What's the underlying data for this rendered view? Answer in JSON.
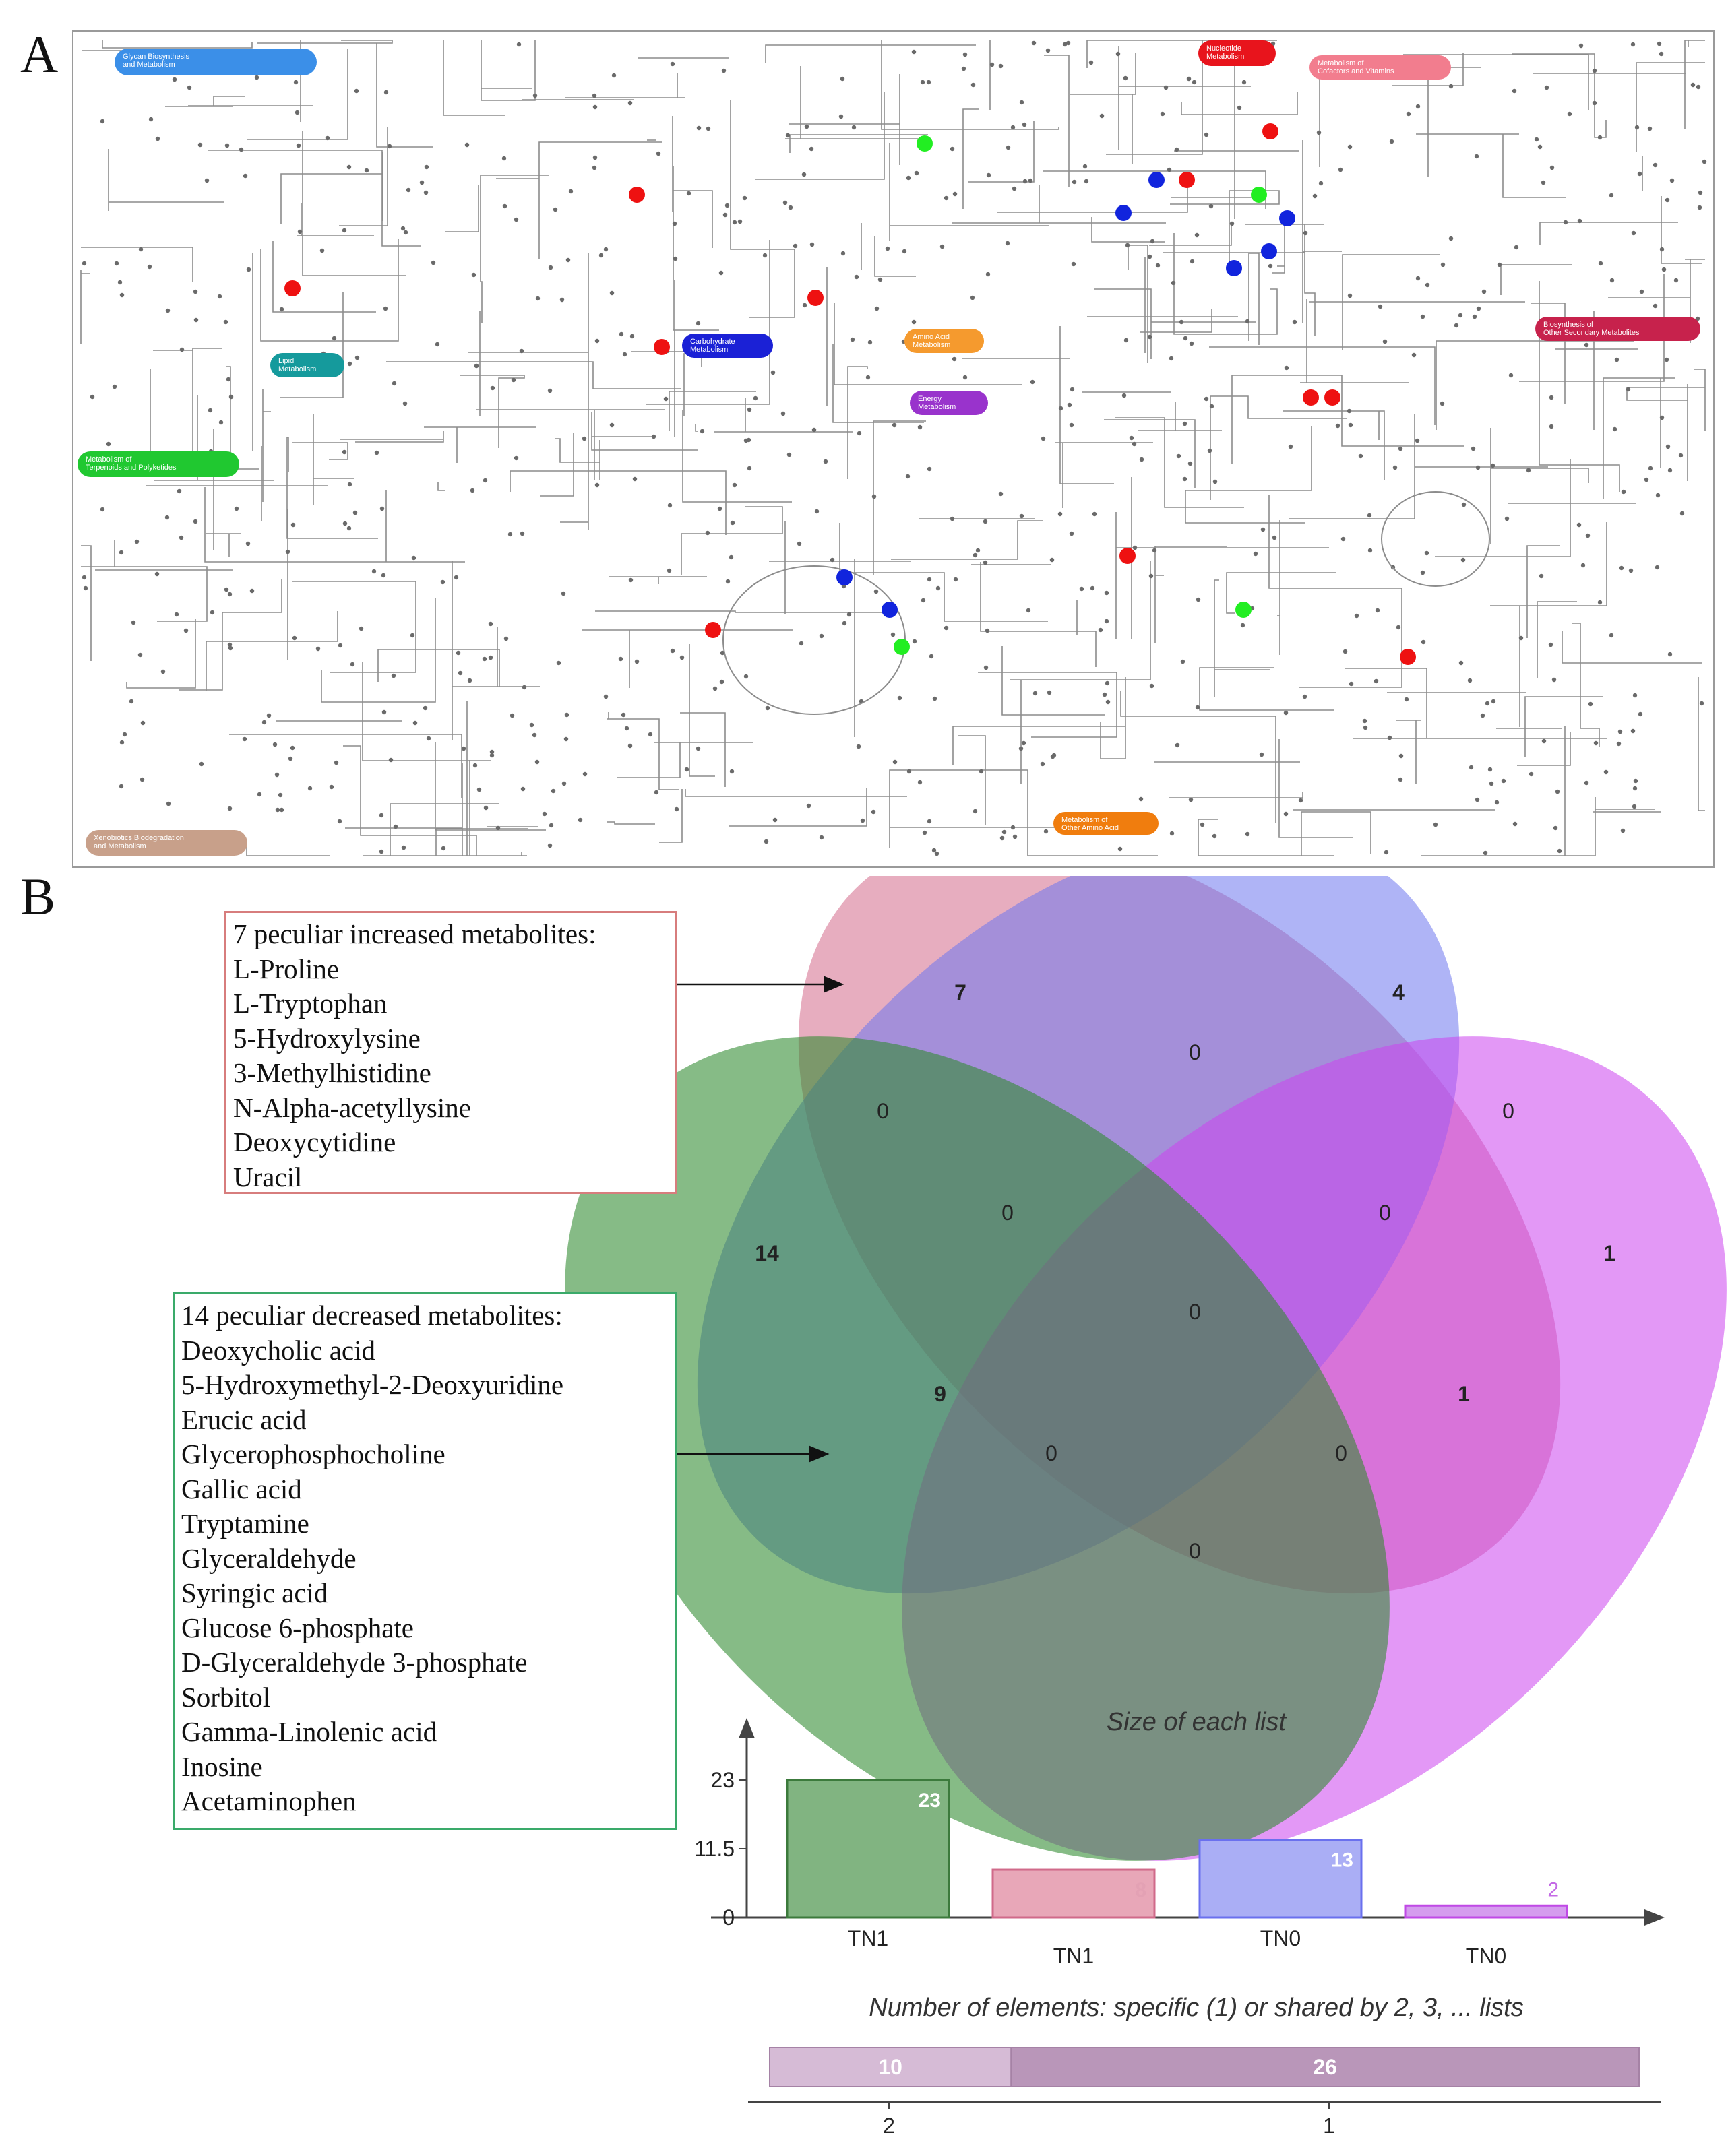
{
  "panels": {
    "a": "A",
    "b": "B"
  },
  "map": {
    "categories": [
      {
        "label": "Glycan Biosynthesis\nand Metabolism",
        "color": "#3b8fe8"
      },
      {
        "label": "Nucleotide\nMetabolism",
        "color": "#e8141c"
      },
      {
        "label": "Metabolism of\nCofactors and Vitamins",
        "color": "#f27d8e"
      },
      {
        "label": "Biosynthesis of\nOther Secondary Metabolites",
        "color": "#c7224c"
      },
      {
        "label": "Carbohydrate\nMetabolism",
        "color": "#1b21d6"
      },
      {
        "label": "Amino Acid\nMetabolism",
        "color": "#f59a2e"
      },
      {
        "label": "Lipid\nMetabolism",
        "color": "#159a9c"
      },
      {
        "label": "Energy\nMetabolism",
        "color": "#9933cc"
      },
      {
        "label": "Metabolism of\nTerpenoids and Polyketides",
        "color": "#20c830"
      },
      {
        "label": "Metabolism of\nOther Amino Acid",
        "color": "#f07d0e"
      },
      {
        "label": "Xenobiotics Biodegradation\nand Metabolism",
        "color": "#c8a08a"
      }
    ],
    "marker_colors": {
      "red": "#ee1111",
      "blue": "#1124dd",
      "green": "#22ee22"
    }
  },
  "venn": {
    "region_counts": [
      "7",
      "4",
      "0",
      "0",
      "0",
      "14",
      "0",
      "0",
      "1",
      "0",
      "9",
      "1",
      "0",
      "0",
      "0"
    ],
    "set_colors": [
      "#d46a8a",
      "#6d76ee",
      "#cc44ee",
      "#2f8a2f"
    ]
  },
  "callouts": {
    "increased": {
      "title": "7 peculiar increased metabolites:",
      "items": [
        "L-Proline",
        "L-Tryptophan",
        "5-Hydroxylysine",
        "3-Methylhistidine",
        "N-Alpha-acetyllysine",
        "Deoxycytidine",
        "Uracil"
      ],
      "border_color": "#d77d7d"
    },
    "decreased": {
      "title": "14 peculiar decreased metabolites:",
      "items": [
        "Deoxycholic acid",
        "5-Hydroxymethyl-2-Deoxyuridine",
        "Erucic acid",
        "Glycerophosphocholine",
        "Gallic acid",
        "Tryptamine",
        "Glyceraldehyde",
        "Syringic acid",
        "Glucose 6-phosphate",
        "D-Glyceraldehyde 3-phosphate",
        "Sorbitol",
        "Gamma-Linolenic acid",
        "Inosine",
        "Acetaminophen"
      ],
      "border_color": "#3aaa6a"
    }
  },
  "chart_data": [
    {
      "type": "bar",
      "title": "Size of each list",
      "categories": [
        "TN1",
        "TN1",
        "TN0",
        "TN0"
      ],
      "values": [
        23,
        8,
        13,
        2
      ],
      "y_ticks": [
        "23",
        "11.5",
        "0"
      ],
      "ylim": [
        0,
        23
      ],
      "colors": [
        "#81b481",
        "#e8a7b8",
        "#aaaef5",
        "#d59cee"
      ],
      "edge_colors": [
        "#3c7a3c",
        "#d06a8a",
        "#6a70ee",
        "#c04ae6"
      ],
      "label_colors": [
        "#ffffff",
        "#e3a1b4",
        "#ffffff",
        "#c46ae6"
      ]
    },
    {
      "type": "bar",
      "title": "Number of elements: specific (1) or shared by 2, 3, ... lists",
      "categories": [
        "2",
        "1"
      ],
      "values": [
        10,
        26
      ],
      "colors": [
        "#d6bbd6",
        "#b996b9"
      ]
    }
  ]
}
